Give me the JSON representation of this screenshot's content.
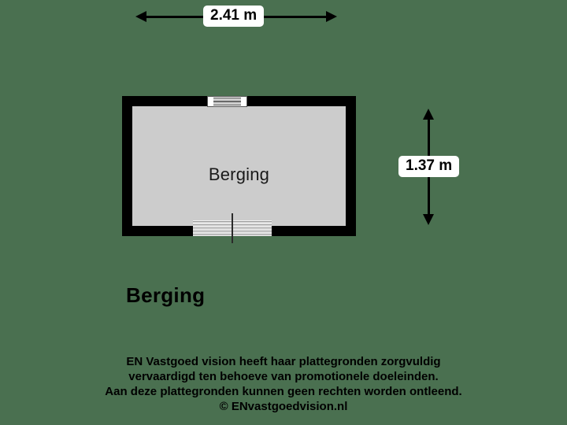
{
  "colors": {
    "background": "#4a7050",
    "wall": "#000000",
    "floor": "#cccccc",
    "label_badge": "#ffffff",
    "text": "#000000"
  },
  "dimensions": {
    "width_label": "2.41 m",
    "height_label": "1.37 m"
  },
  "room": {
    "name": "Berging"
  },
  "openings": {
    "window_name": "window-top-wall",
    "door_name": "door-bottom-wall"
  },
  "plan": {
    "title": "Berging"
  },
  "footer": {
    "line1": "EN Vastgoed vision heeft haar plattegronden zorgvuldig",
    "line2": "vervaardigd ten behoeve van promotionele doeleinden.",
    "line3": "Aan deze plattegronden kunnen geen rechten worden ontleend.",
    "line4": "© ENvastgoedvision.nl"
  }
}
